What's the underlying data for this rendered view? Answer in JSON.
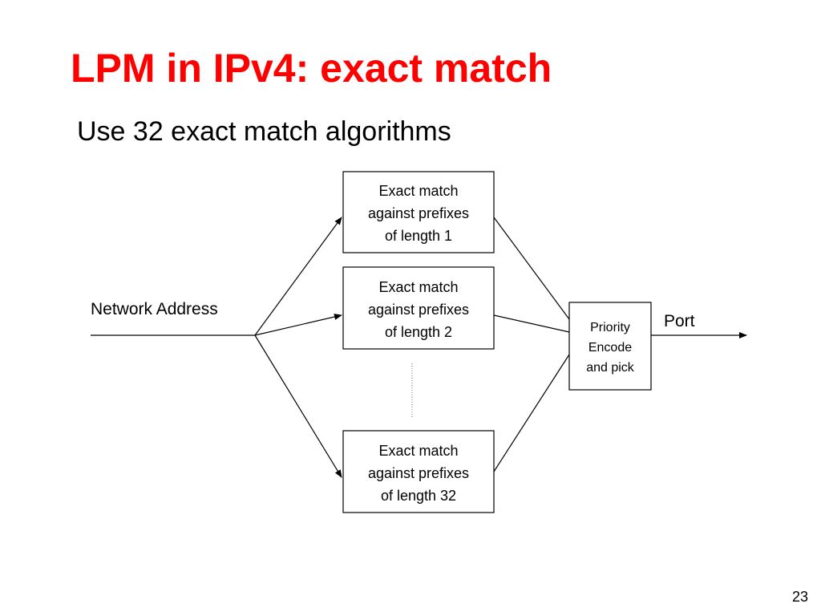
{
  "slide": {
    "title": "LPM in IPv4: exact match",
    "title_color": "#ff0000",
    "subtitle": "Use 32 exact match algorithms",
    "page_number": "23"
  },
  "diagram": {
    "input_label": "Network Address",
    "output_label": "Port",
    "match_boxes": [
      {
        "lines": [
          "Exact match",
          "against prefixes",
          "of length 1"
        ]
      },
      {
        "lines": [
          "Exact match",
          "against prefixes",
          "of length 2"
        ]
      },
      {
        "lines": [
          "Exact match",
          "against prefixes",
          "of length 32"
        ]
      }
    ],
    "encoder_box": {
      "lines": [
        "Priority",
        "Encode",
        "and pick"
      ]
    },
    "ellipsis_style": "dotted"
  }
}
